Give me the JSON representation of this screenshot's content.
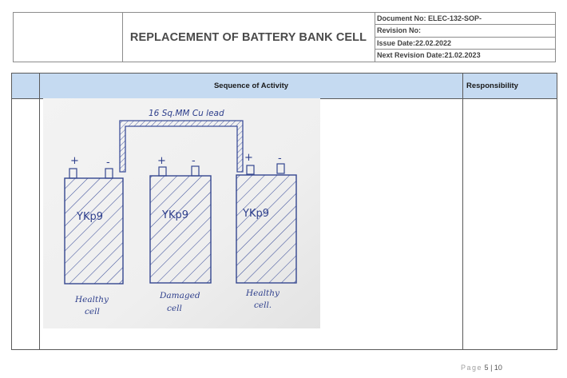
{
  "header": {
    "title": "REPLACEMENT OF BATTERY BANK CELL",
    "doc_no": "Document No: ELEC-132-SOP-",
    "revision_no": "Revision No:",
    "issue_date": "Issue Date:22.02.2022",
    "next_revision": "Next Revision Date:21.02.2023"
  },
  "table": {
    "col_sequence": "Sequence of Activity",
    "col_responsibility": "Responsibility"
  },
  "sketch": {
    "lead_label": "16 Sq.MM Cu lead",
    "cells": [
      {
        "marking": "YKp9",
        "caption_line1": "Healthy",
        "caption_line2": "cell"
      },
      {
        "marking": "YKp9",
        "caption_line1": "Damaged",
        "caption_line2": "cell"
      },
      {
        "marking": "YKp9",
        "caption_line1": "Healthy",
        "caption_line2": "cell."
      }
    ],
    "plus": "+",
    "minus": "-"
  },
  "footer": {
    "page_word": "Page",
    "page_num": "5",
    "sep": " | ",
    "total": "10"
  }
}
